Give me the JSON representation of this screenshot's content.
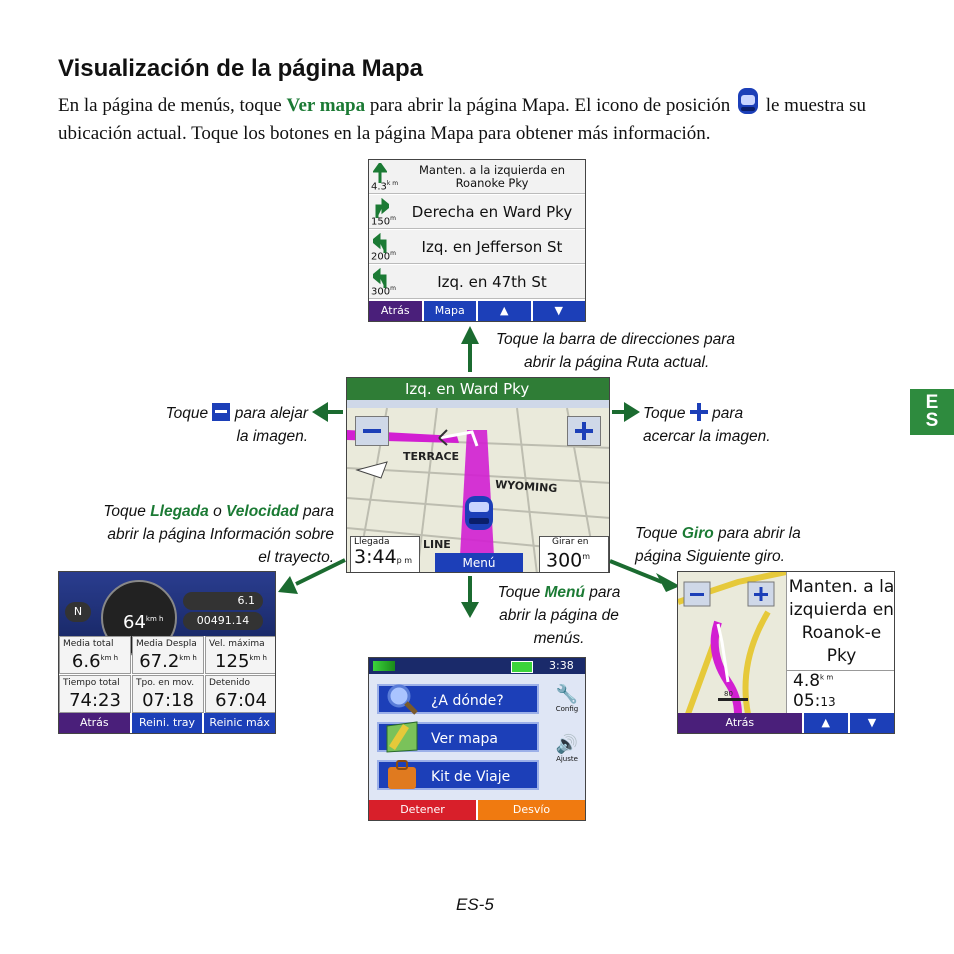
{
  "heading": "Visualización de la página Mapa",
  "intro": {
    "p1": "En la página de menús, toque ",
    "kw1": "Ver mapa",
    "p2": " para abrir la página Mapa. El icono de posición ",
    "p3": " le muestra su ubicación actual. Toque los botones en la página Mapa para obtener más información."
  },
  "side_tab": {
    "l1": "E",
    "l2": "S"
  },
  "page_number": "ES-5",
  "captions": {
    "route": {
      "l1": "Toque la barra de direcciones para",
      "l2": "abrir la página Ruta actual."
    },
    "zoom_out": {
      "pre": "Toque",
      "post": "para alejar",
      "l2": "la imagen."
    },
    "zoom_in": {
      "pre": "Toque",
      "post": "para",
      "l2": "acercar la imagen."
    },
    "trip": {
      "pre": "Toque ",
      "kw1": "Llegada",
      "mid": " o ",
      "kw2": "Velocidad",
      "post": " para",
      "l2": "abrir la página Información sobre",
      "l3": "el trayecto."
    },
    "turn": {
      "pre": "Toque ",
      "kw": "Giro",
      "post": " para abrir la",
      "l2": "página Siguiente giro."
    },
    "menu": {
      "pre": "Toque ",
      "kw": "Menú",
      "post": " para",
      "l2": "abrir la página de",
      "l3": "menús."
    }
  },
  "route_screen": {
    "rows": [
      {
        "text": "Manten. a la izquierda en Roanoke Pky",
        "dist": "4.3",
        "unit": "k m"
      },
      {
        "text": "Derecha en Ward Pky",
        "dist": "150",
        "unit": "m"
      },
      {
        "text": "Izq. en Jefferson St",
        "dist": "200",
        "unit": "m"
      },
      {
        "text": "Izq. en 47th St",
        "dist": "300",
        "unit": "m"
      }
    ],
    "buttons": {
      "back": "Atrás",
      "map": "Mapa"
    }
  },
  "map_screen": {
    "street_bar": "Izq. en Ward Pky",
    "labels": {
      "terrace": "TERRACE",
      "wyoming": "WYOMING",
      "line": "LINE"
    },
    "arrival": {
      "label": "Llegada",
      "value": "3:44",
      "unit": "p m"
    },
    "turn": {
      "label": "Girar en",
      "value": "300",
      "unit": "m"
    },
    "menu_button": "Menú"
  },
  "trip_screen": {
    "compass": "N",
    "speed": "64",
    "speed_unit": "km h",
    "trip_odo": "6.1",
    "odometer": "00491.14",
    "cells": [
      {
        "label": "Media total",
        "value": "6.6",
        "unit": "km h"
      },
      {
        "label": "Media Despla",
        "value": "67.2",
        "unit": "km h"
      },
      {
        "label": "Vel. máxima",
        "value": "125",
        "unit": "km h"
      },
      {
        "label": "Tiempo total",
        "value": "74:23"
      },
      {
        "label": "Tpo. en mov.",
        "value": "07:18"
      },
      {
        "label": "Detenido",
        "value": "67:04"
      }
    ],
    "buttons": {
      "back": "Atrás",
      "reset_trip": "Reini. tray",
      "reset_max": "Reinic máx"
    }
  },
  "menu_screen": {
    "time": "3:38",
    "items": [
      "¿A dónde?",
      "Ver mapa",
      "Kit de Viaje"
    ],
    "config": "Config",
    "volume": "Ajuste",
    "buttons": {
      "stop": "Detener",
      "detour": "Desvío"
    }
  },
  "next_turn_screen": {
    "instruction": "Manten. a la izquierda en Roanok-e Pky",
    "distance": "4.8",
    "distance_unit": "k m",
    "time": "05:",
    "time_sec": "13",
    "scale": "80",
    "buttons": {
      "back": "Atrás"
    }
  },
  "colors": {
    "green_text": "#1b7a34",
    "tab_green": "#2e8b3e",
    "purple": "#4a1f7a",
    "blue": "#1c3fb8",
    "route_magenta": "#d21fd2"
  }
}
